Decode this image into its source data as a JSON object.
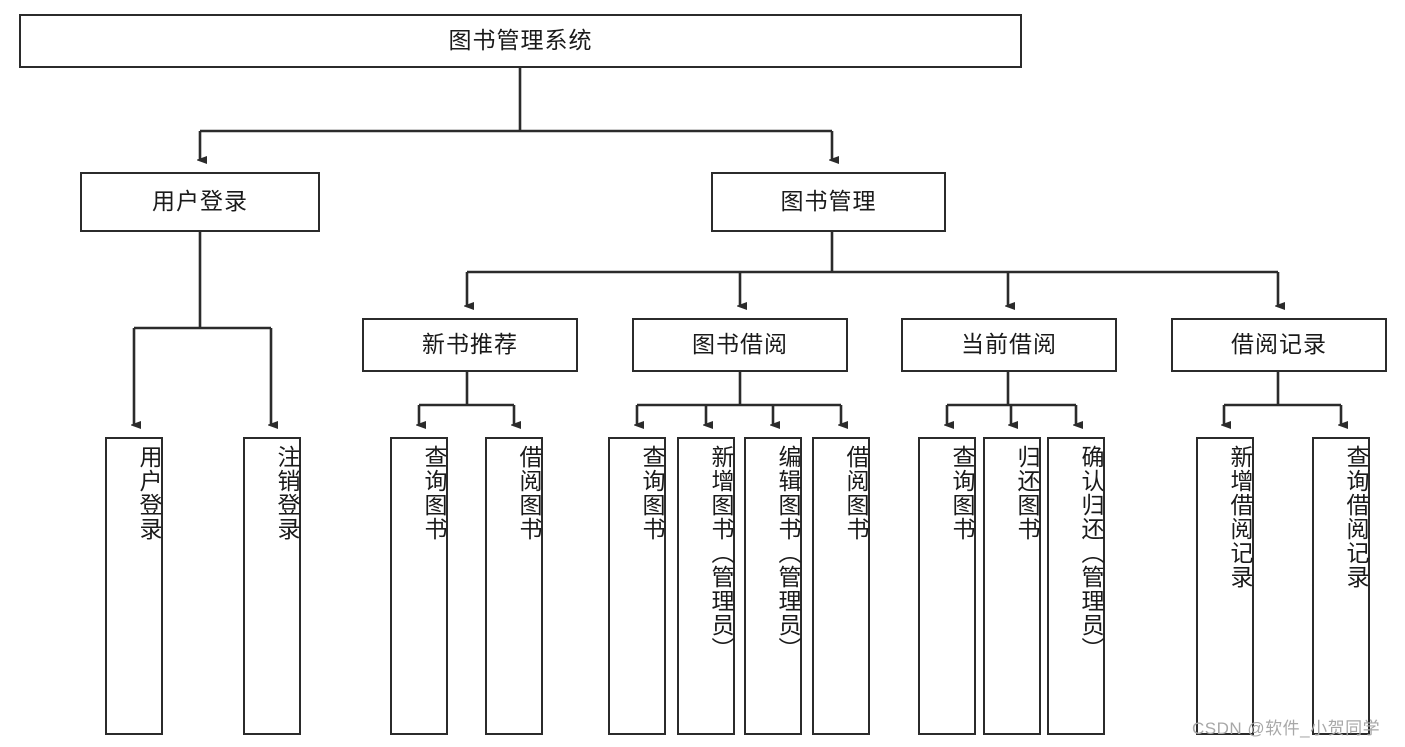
{
  "diagram": {
    "title": "图书管理系统",
    "type": "tree-structure-chart",
    "colors": {
      "box_border": "#2b2b2b",
      "box_fill": "#ffffff",
      "edge": "#2b2b2b",
      "text": "#1a1a1a",
      "watermark": "#a8a8a8",
      "background": "#ffffff"
    },
    "nodes": {
      "root": "图书管理系统",
      "level2": [
        "用户登录",
        "图书管理"
      ],
      "level3": [
        "新书推荐",
        "图书借阅",
        "当前借阅",
        "借阅记录"
      ],
      "leaves": {
        "user_login": [
          "用户登录",
          "注销登录"
        ],
        "new_book_recommend": [
          "查询图书",
          "借阅图书"
        ],
        "book_borrow": [
          "查询图书",
          "新增图书（管理员）",
          "编辑图书（管理员）",
          "借阅图书"
        ],
        "current_borrow": [
          "查询图书",
          "归还图书",
          "确认归还（管理员）"
        ],
        "borrow_record": [
          "新增借阅记录",
          "查询借阅记录"
        ]
      }
    }
  },
  "watermark": {
    "text": "CSDN @软件_小贺同学"
  }
}
